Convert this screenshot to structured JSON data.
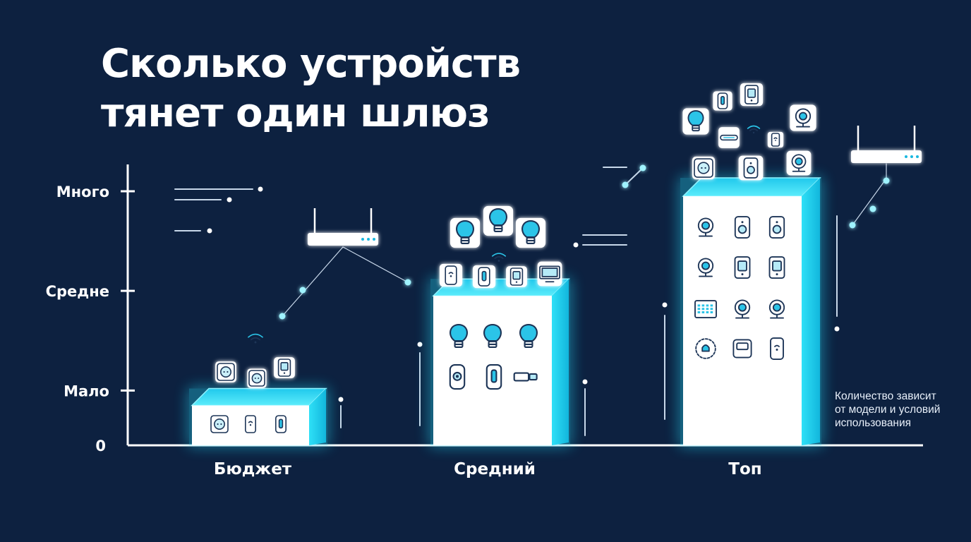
{
  "title": {
    "line1": "Сколько устройств",
    "line2": "тянет один шлюз"
  },
  "note": {
    "line1": "Количество зависит",
    "line2": "от модели и условий",
    "line3": "использования"
  },
  "colors": {
    "background": "#0d2140",
    "accent": "#27d6f2",
    "box_face": "#ffffff",
    "icon_stroke": "#1d3557",
    "icon_fill": "#2bc4e8"
  },
  "chart_data": {
    "type": "bar",
    "title": "Сколько устройств тянет один шлюз",
    "xlabel": "",
    "ylabel": "",
    "categories": [
      "Бюджет",
      "Средний",
      "Топ"
    ],
    "values": [
      0.4,
      1.5,
      2.5
    ],
    "yticks": [
      {
        "value": 0,
        "label": "0"
      },
      {
        "value": 0.55,
        "label": "Мало"
      },
      {
        "value": 1.55,
        "label": "Средне"
      },
      {
        "value": 2.55,
        "label": "Много"
      }
    ],
    "ylim": [
      0,
      2.8
    ],
    "grid": false,
    "legend": "none",
    "icons": {
      "budget": {
        "front": [
          "socket-icon",
          "sensor-icon",
          "door-sensor-icon"
        ],
        "floating": [
          "socket-icon",
          "wifi-icon",
          "socket-icon",
          "plug-icon"
        ]
      },
      "mid": {
        "front": [
          "bulb-icon",
          "bulb-icon",
          "bulb-icon",
          "motion-sensor-icon",
          "door-sensor-icon",
          "contact-sensor-icon"
        ],
        "floating": [
          "bulb-icon",
          "bulb-icon",
          "bulb-icon",
          "sensor-icon",
          "door-sensor-icon",
          "wifi-icon",
          "plug-icon",
          "monitor-icon"
        ]
      },
      "top": {
        "front": [
          "camera-icon",
          "speaker-icon",
          "speaker-icon",
          "camera-icon",
          "plug-icon",
          "plug-icon",
          "keypad-icon",
          "camera-icon",
          "camera-icon",
          "alarm-icon",
          "switch-icon",
          "sensor-icon"
        ],
        "floating": [
          "door-sensor-icon",
          "plug-icon",
          "bulb-icon",
          "hub-icon",
          "wifi-icon",
          "sensor-icon",
          "camera-icon",
          "socket-icon",
          "speaker-icon",
          "camera-icon"
        ]
      },
      "routers": [
        "router-icon",
        "router-icon"
      ]
    }
  }
}
